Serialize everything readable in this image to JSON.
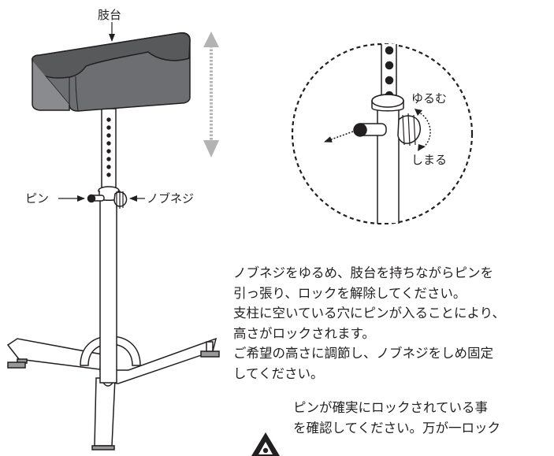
{
  "labels": {
    "limb_rest": "肢台",
    "pin": "ピン",
    "knob_screw": "ノブネジ",
    "loosen": "ゆるむ",
    "tighten": "しまる"
  },
  "instructions": [
    "ノブネジをゆるめ、肢台を持ちながらピンを",
    "引っ張り、ロックを解除してください。",
    "支柱に空いている穴にピンが入ることにより、",
    "高さがロックされます。",
    "ご希望の高さに調節し、ノブネジをしめ固定",
    "してください。"
  ],
  "warning": {
    "icon": "warning-triangle-icon",
    "lines": [
      "ピンが確実にロックされている事",
      "を確認してください。万が一ロック"
    ]
  },
  "colors": {
    "line": "#231f20",
    "cushion": "#58595b",
    "cushion_side": "#6d6e71",
    "arrow_gray": "#b3b3b3"
  }
}
